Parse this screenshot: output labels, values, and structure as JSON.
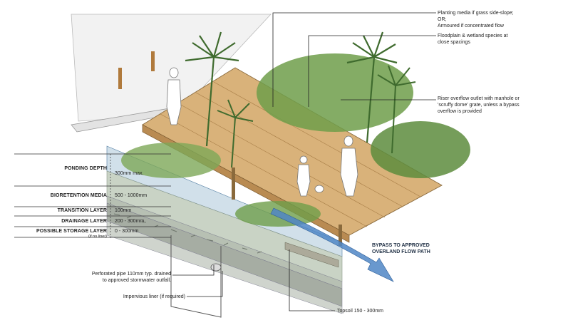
{
  "callouts": {
    "planting_media": [
      "Planting media if grass side-slope;",
      "OR;",
      "Armoured if concentrated flow"
    ],
    "floodplain": [
      "Floodplain & wetland species at",
      "close spacings"
    ],
    "riser": [
      "Riser overflow outlet with manhole or",
      "'scruffy dome' grate, unless a bypass",
      "overflow is provided"
    ],
    "pipe": [
      "Perforated pipe 110mm typ. drained",
      "to approved stormwater outfall."
    ],
    "liner": "Impervious liner (if required)",
    "topsoil": "Topsoil 150 - 300mm",
    "bypass": [
      "BYPASS TO APPROVED",
      "OVERLAND FLOW PATH"
    ]
  },
  "layers": [
    {
      "name": "PONDING DEPTH",
      "value": "300mm max."
    },
    {
      "name": "BIORETENTION MEDIA",
      "value": "500 - 1000mm"
    },
    {
      "name": "TRANSITION LAYER",
      "value": "100mm"
    },
    {
      "name": "DRAINAGE LAYER",
      "value": "200 - 300mm"
    },
    {
      "name": "POSSIBLE STORAGE LAYER",
      "value": "0 - 300mm",
      "note": "(if no liner)"
    }
  ],
  "colors": {
    "deck": "#d9b27a",
    "deck_dark": "#b98b52",
    "water": "#4f86c6",
    "foliage": "#6e9e4a",
    "foliage_dark": "#3f6b2e",
    "media": "#cfd6cc",
    "gravel": "#9aa39a"
  }
}
